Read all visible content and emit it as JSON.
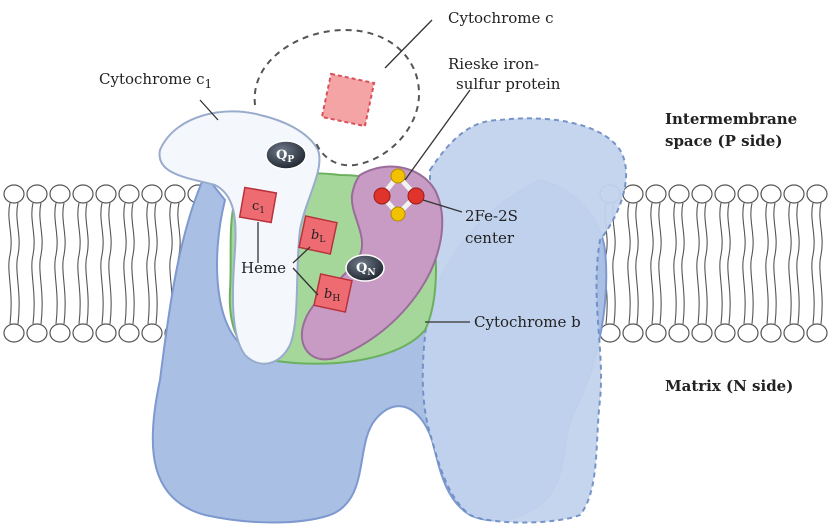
{
  "colors": {
    "cytochrome_b_blue": "#a9bfe3",
    "cytochrome_b_dark": "#7d99cf",
    "pside_blue": "#c2d3ee",
    "green_core": "#a6d79a",
    "rieske_purple": "#c79bc4",
    "rieske_dark": "#9a6c99",
    "cytochrome_c1_white": "#f4f8fd",
    "heme_red": "#ef6b72",
    "heme_border": "#b8323c",
    "membrane_stroke": "#555555",
    "iron_red": "#e0332b",
    "sulfur_yellow": "#f2c200"
  },
  "labels": {
    "cytochrome_c": "Cytochrome c",
    "cytochrome_c1": "Cytochrome c",
    "cytochrome_c1_sub": "1",
    "rieske_line1": "Rieske iron-",
    "rieske_line2": "sulfur protein",
    "intermembrane_line1": "Intermembrane",
    "intermembrane_line2": "space (P side)",
    "matrix": "Matrix (N side)",
    "fe2s_line1": "2Fe-2S",
    "fe2s_line2": "center",
    "cytochrome_b": "Cytochrome b",
    "heme": "Heme",
    "c1": "c",
    "c1_sub": "1",
    "bL": "b",
    "bL_sub": "L",
    "bH": "b",
    "bH_sub": "H",
    "QP": "Q",
    "QP_sub": "P",
    "QN": "Q",
    "QN_sub": "N"
  },
  "icons": {
    "membrane": "lipid-bilayer-icon",
    "heme": "heme-square-icon",
    "iron_sulfur": "iron-sulfur-cluster-icon",
    "ubiquinone": "ubiquinone-site-icon"
  }
}
